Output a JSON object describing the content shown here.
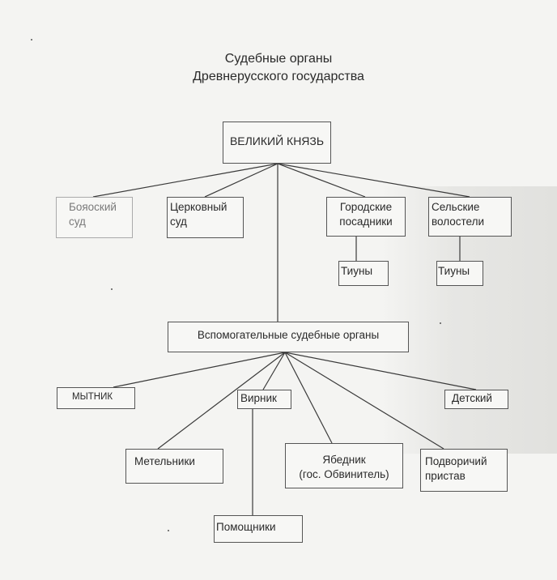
{
  "title": {
    "line1": "Судебные органы",
    "line2": "Древнерусского государства"
  },
  "nodes": {
    "grand_prince": "ВЕЛИКИЙ КНЯЗЬ",
    "boyar_court": "Бояоский\nсуд",
    "church_court": "Церковный\nсуд",
    "city_posadniks": "Городские\nпосадники",
    "rural_volosteli": "Сельские\nволостели",
    "tiuny_city": "Тиуны",
    "tiuny_rural": "Тиуны",
    "auxiliary_organs": "Вспомогательные судебные органы",
    "mytnik": "МЫТНИК",
    "virnik": "Вирник",
    "detsky": "Детский",
    "metelniki": "Метельники",
    "yabednik": "Ябедник\n(гос. Обвинитель)",
    "podvorichiy_pristav": "Подворичий\nпристав",
    "pomoshchniki": "Помощники"
  },
  "colors": {
    "line": "#3a3a3a",
    "box_border": "#555555",
    "faded_text": "#7a7a7a"
  }
}
